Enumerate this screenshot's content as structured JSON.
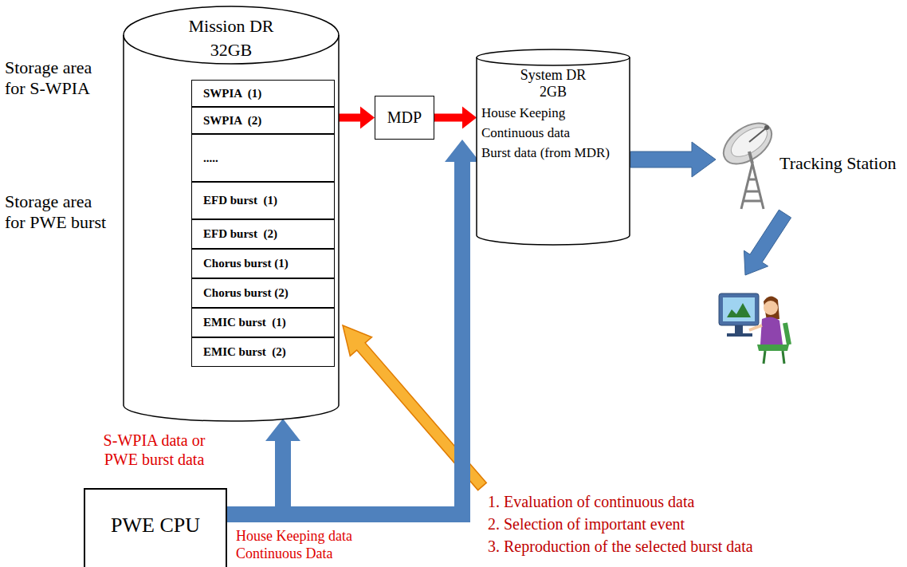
{
  "diagram": {
    "nodes": [
      {
        "text": [
          "Mission DR",
          "32GB"
        ]
      },
      {
        "text": [
          "SWPIA  (1)"
        ],
        "in": 0
      },
      {
        "text": [
          "SWPIA  (2)"
        ],
        "in": 0
      },
      {
        "text": [
          "....."
        ],
        "in": 0
      },
      {
        "text": [
          "EFD burst  (1)"
        ],
        "in": 0
      },
      {
        "text": [
          "EFD burst  (2)"
        ],
        "in": 0
      },
      {
        "text": [
          "Chorus burst (1)"
        ],
        "in": 0
      },
      {
        "text": [
          "Chorus burst (2)"
        ],
        "in": 0
      },
      {
        "text": [
          "EMIC burst  (1)"
        ],
        "in": 0
      },
      {
        "text": [
          "EMIC burst  (2)"
        ],
        "in": 0
      },
      {
        "text": [
          "MDP"
        ]
      },
      {
        "text": [
          "System DR",
          "2GB",
          "House Keeping",
          "Continuous data",
          "Burst data (from MDR)"
        ]
      },
      {
        "text": [
          "PWE CPU"
        ]
      }
    ],
    "edges": [
      {
        "from": 0,
        "to": 10,
        "arrow": "to"
      },
      {
        "from": 10,
        "to": 11,
        "arrow": "to"
      },
      {
        "from": 12,
        "to": 0,
        "arrow": "to",
        "label": "S-WPIA data or PWE burst data"
      },
      {
        "from": 12,
        "to": 10,
        "arrow": "to",
        "label": "House Keeping data Continuous Data"
      }
    ],
    "labels": [
      "Storage area for S-WPIA",
      "Storage area for PWE burst",
      "Tracking Station",
      "1. Evaluation of continuous data",
      "2. Selection of important event",
      "3. Reproduction of the selected burst data"
    ]
  }
}
